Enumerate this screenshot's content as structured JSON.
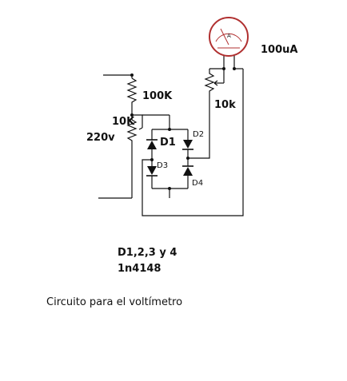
{
  "meter": {
    "symbol": "A",
    "label": "100uA"
  },
  "components": {
    "r_fixed": "100K",
    "r_trim_left": "10K",
    "r_trim_meter": "10k",
    "supply": "220v",
    "d1": "D1",
    "d2": "D2",
    "d3": "D3",
    "d4": "D4"
  },
  "notes": {
    "diodes_line1": "D1,2,3 y 4",
    "diodes_line2": "1n4148",
    "caption": "Circuito para el voltímetro"
  },
  "colors": {
    "wire": "#111111",
    "meter": "#b03030"
  }
}
